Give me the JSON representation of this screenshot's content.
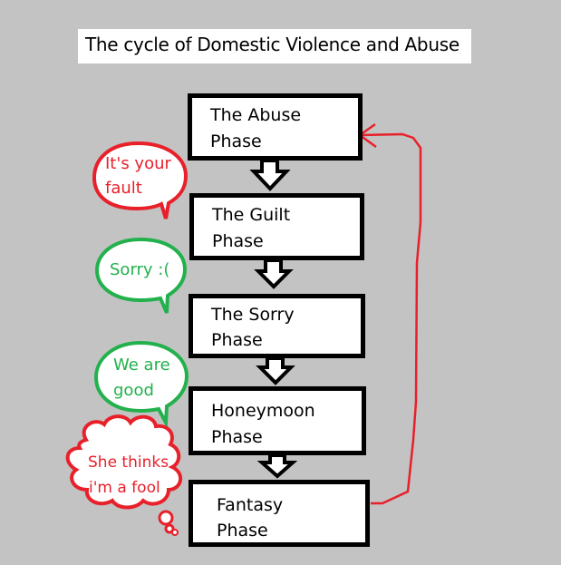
{
  "title": "The cycle of Domestic Violence and Abuse",
  "colors": {
    "background": "#c3c3c3",
    "box_border": "#000000",
    "red": "#e8202a",
    "green": "#22b14c"
  },
  "phases": [
    {
      "line1": "The Abuse",
      "line2": "Phase"
    },
    {
      "line1": "The Guilt",
      "line2": "Phase"
    },
    {
      "line1": "The Sorry",
      "line2": "Phase"
    },
    {
      "line1": "Honeymoon",
      "line2": "Phase"
    },
    {
      "line1": "Fantasy",
      "line2": "Phase"
    }
  ],
  "bubbles": [
    {
      "line1": "It's your",
      "line2": "fault",
      "color": "red",
      "shape": "speech"
    },
    {
      "line1": "Sorry :(",
      "line2": "",
      "color": "green",
      "shape": "speech"
    },
    {
      "line1": "We are",
      "line2": "good",
      "color": "green",
      "shape": "speech"
    },
    {
      "line1": "She thinks",
      "line2": "i'm a fool",
      "color": "red",
      "shape": "thought"
    }
  ],
  "cycle_arrow": {
    "from": "Fantasy Phase",
    "to": "The Abuse Phase",
    "color": "red"
  }
}
